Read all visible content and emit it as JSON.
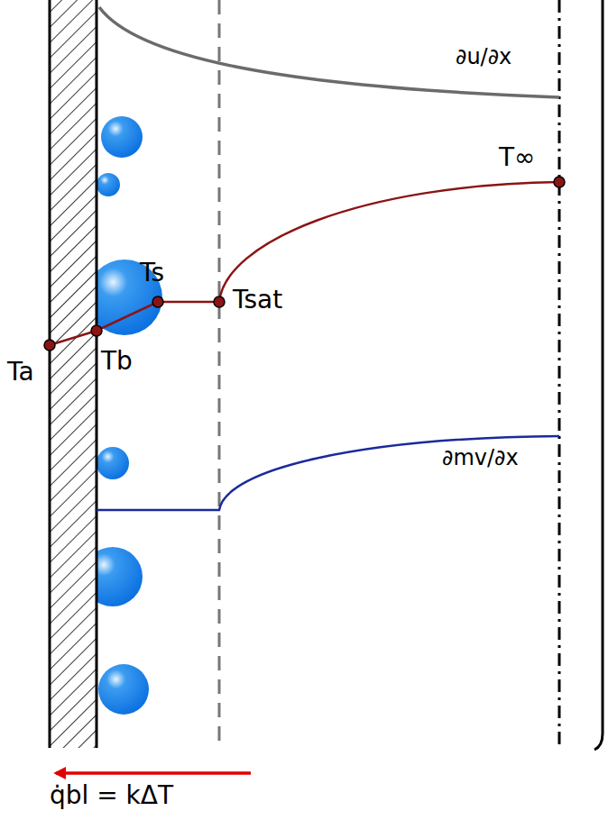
{
  "diagram": {
    "labels": [
      "∂u/∂x",
      "T∞",
      "Ts",
      "Tsat",
      "Ta",
      "Tb",
      "∂mv/∂x",
      "q̇bl = kΔT"
    ]
  }
}
